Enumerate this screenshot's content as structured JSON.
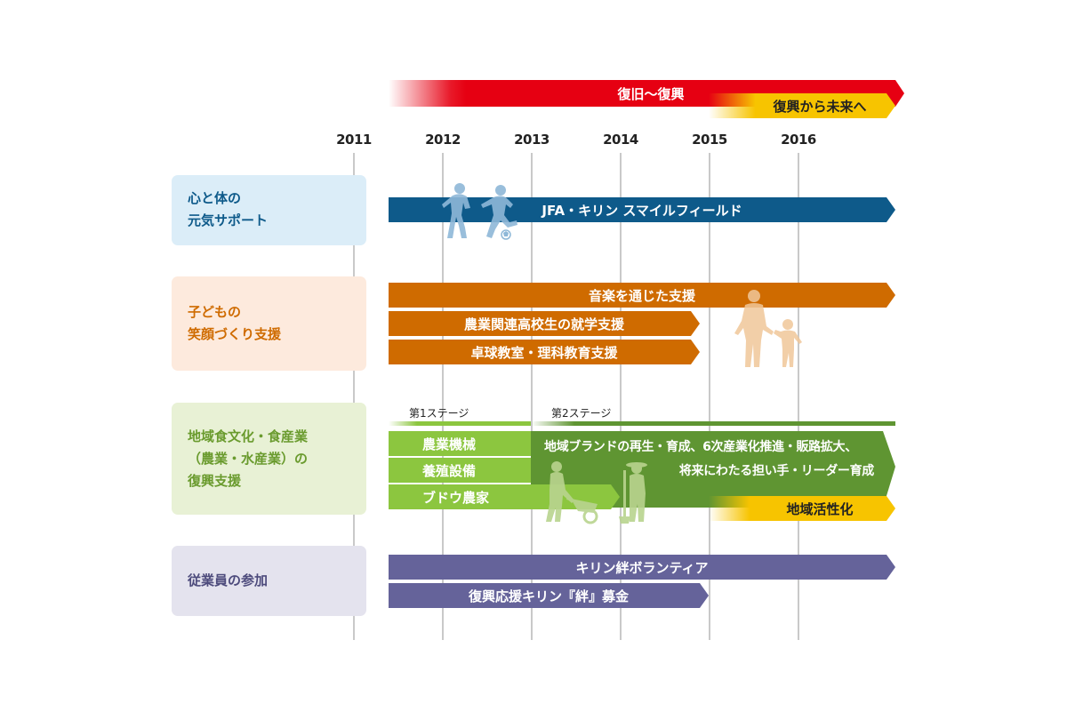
{
  "colors": {
    "red": "#e60012",
    "yellow": "#f7c400",
    "blue": "#0e5a8a",
    "orange": "#cf6b00",
    "green_light": "#8cc63f",
    "green_dark": "#5f9532",
    "purple": "#65639a"
  },
  "phases": {
    "restoration": "復旧〜復興",
    "future": "復興から未来へ"
  },
  "years": [
    "2011",
    "2012",
    "2013",
    "2014",
    "2015",
    "2016"
  ],
  "categories": [
    {
      "label": "心と体の\n元気サポート"
    },
    {
      "label": "子どもの\n笑顔づくり支援"
    },
    {
      "label": "地域食文化・食産業\n（農業・水産業）の\n復興支援"
    },
    {
      "label": "従業員の参加"
    }
  ],
  "bars": {
    "jfa": "JFA・キリン スマイルフィールド",
    "music": "音楽を通じた支援",
    "agri_school": "農業関連高校生の就学支援",
    "pingpong": "卓球教室・理科教育支援",
    "machinery": "農業機械",
    "aquaculture": "養殖設備",
    "grape": "ブドウ農家",
    "stage2_line1": "地域ブランドの再生・育成、6次産業化推進・販路拡大、",
    "stage2_line2": "将来にわたる担い手・リーダー育成",
    "regional": "地域活性化",
    "volunteer": "キリン絆ボランティア",
    "fundraising": "復興応援キリン『絆』募金"
  },
  "stages": {
    "first": "第1ステージ",
    "second": "第2ステージ"
  },
  "icons": {
    "soccer": "soccer-players-icon",
    "family": "parent-child-icon",
    "farmer": "farmer-icon"
  }
}
